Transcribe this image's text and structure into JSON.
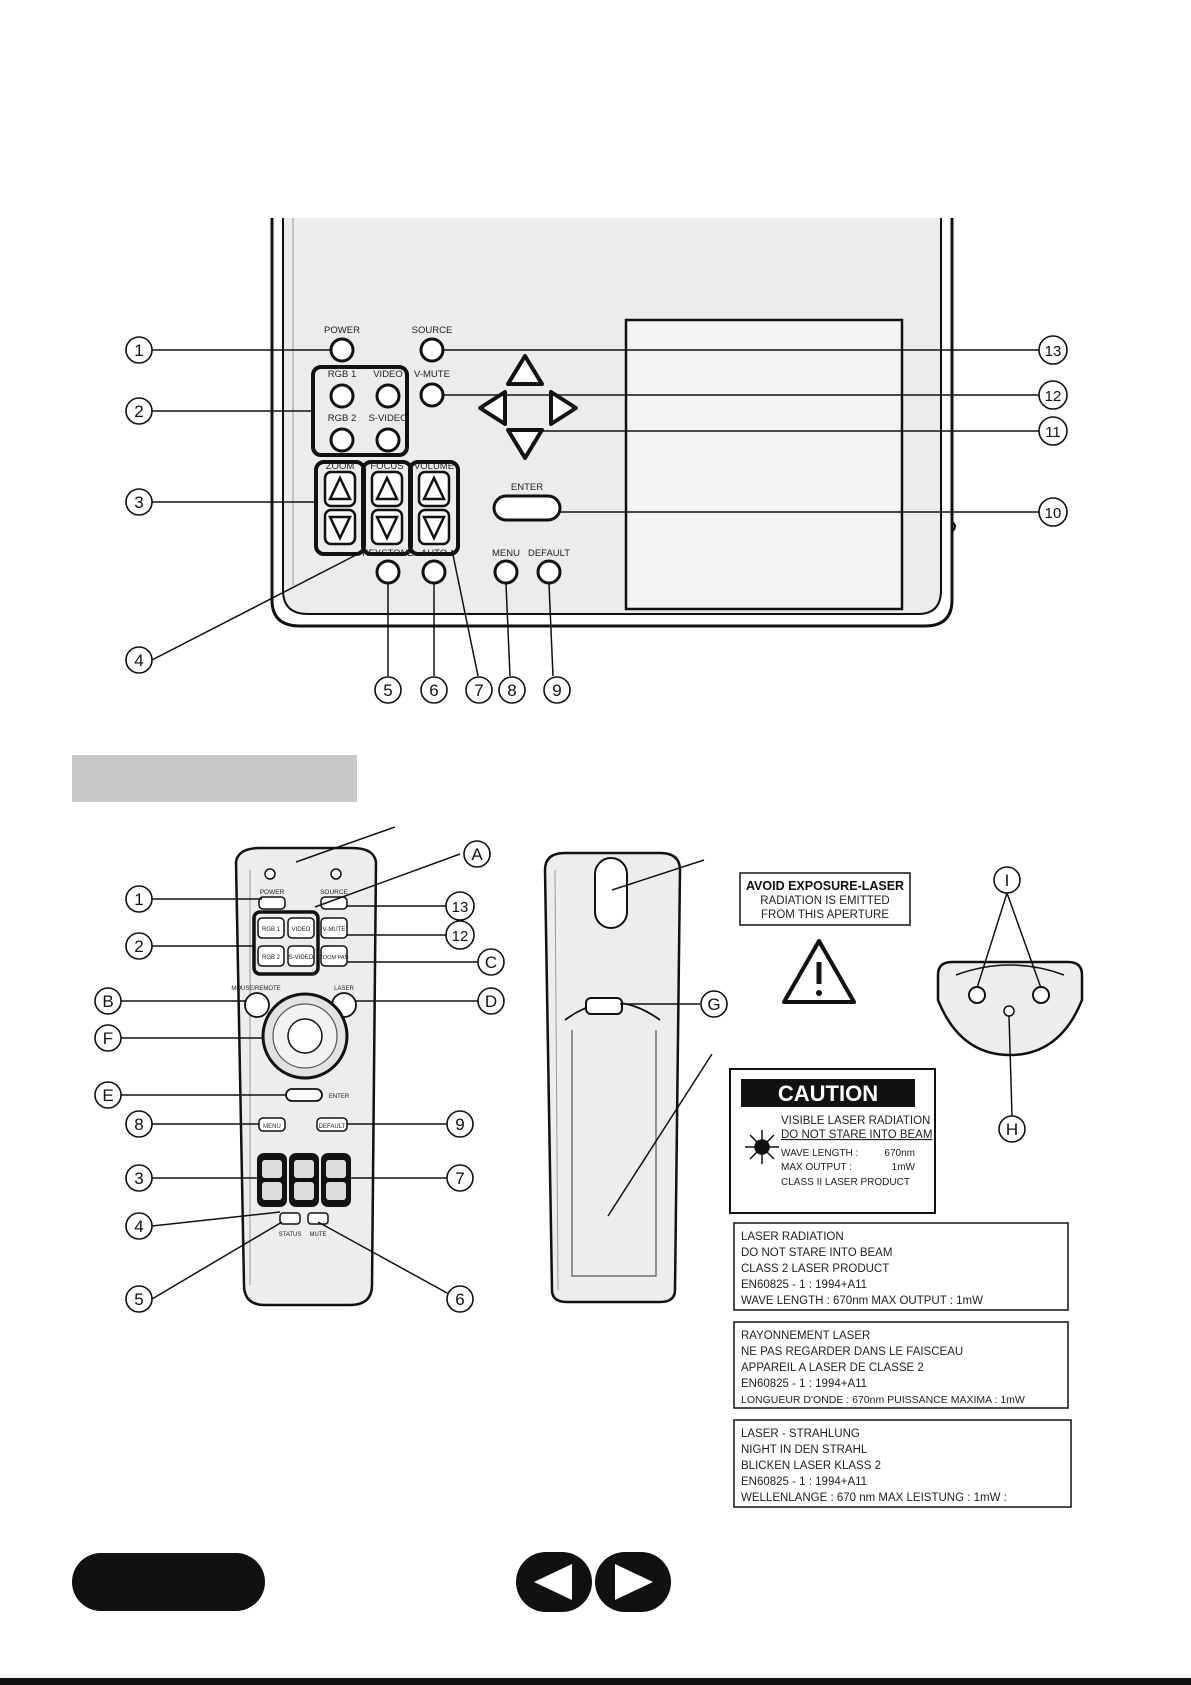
{
  "panel": {
    "buttons": {
      "power": "POWER",
      "source": "SOURCE",
      "rgb1": "RGB 1",
      "video": "VIDEO",
      "vmute": "V-MUTE",
      "rgb2": "RGB 2",
      "svideo": "S-VIDEO",
      "zoom": "ZOOM",
      "focus": "FOCUS",
      "volume": "VOLUME",
      "enter": "ENTER",
      "menu": "MENU",
      "default": "DEFAULT",
      "keystone": "KEYSTONE",
      "auto": "AUTO"
    },
    "callouts": [
      "1",
      "2",
      "3",
      "4",
      "5",
      "6",
      "7",
      "8",
      "9",
      "10",
      "11",
      "12",
      "13"
    ]
  },
  "remote": {
    "labels": {
      "power": "POWER",
      "source": "SOURCE",
      "rgb1": "RGB 1",
      "video": "VIDEO",
      "vmute": "V-MUTE",
      "rgb2": "RGB 2",
      "svideo": "S-VIDEO",
      "zoompan": "ZOOM PAN",
      "mouse_remote": "MOUSE/REMOTE",
      "laser": "LASER",
      "enter": "ENTER",
      "menu": "MENU",
      "default": "DEFAULT",
      "status": "STATUS",
      "mute": "MUTE"
    },
    "callouts_numbered": [
      "1",
      "2",
      "3",
      "4",
      "5",
      "6",
      "7",
      "8",
      "9",
      "12",
      "13"
    ],
    "callouts_lettered": [
      "A",
      "B",
      "C",
      "D",
      "E",
      "F",
      "G",
      "H",
      "I"
    ]
  },
  "stickers": {
    "avoid": [
      "AVOID EXPOSURE-LASER",
      "RADIATION IS EMITTED",
      "FROM THIS APERTURE"
    ],
    "caution_title": "CAUTION",
    "caution_lines": [
      "VISIBLE LASER RADIATION",
      "DO NOT STARE INTO BEAM",
      "WAVE LENGTH :",
      "670nm",
      "MAX OUTPUT :",
      "1mW",
      "CLASS II LASER PRODUCT"
    ],
    "english": [
      "LASER RADIATION",
      "DO NOT STARE INTO BEAM",
      "CLASS 2 LASER PRODUCT",
      "EN60825 - 1 : 1994+A11",
      "WAVE LENGTH : 670nm MAX OUTPUT : 1mW"
    ],
    "french": [
      "RAYONNEMENT LASER",
      "NE PAS REGARDER DANS LE FAISCEAU",
      "APPAREIL A LASER DE CLASSE 2",
      "EN60825 - 1 : 1994+A11",
      "LONGUEUR D'ONDE : 670nm PUISSANCE MAXIMA : 1mW"
    ],
    "german": [
      "LASER - STRAHLUNG",
      "NIGHT IN DEN STRAHL",
      "BLICKEN LASER KLASS 2",
      "EN60825 - 1 : 1994+A11",
      "WELLENLANGE : 670 nm MAX LEISTUNG : 1mW :"
    ]
  },
  "colors": {
    "ink": "#111111",
    "panel_fill": "#eeeeee",
    "header_bar": "#c8c8c8"
  },
  "icons": [
    "arrow-up-icon",
    "arrow-down-icon",
    "arrow-left-icon",
    "arrow-right-icon",
    "warning-triangle-icon",
    "laser-burst-icon",
    "nav-prev-icon",
    "nav-next-icon"
  ]
}
